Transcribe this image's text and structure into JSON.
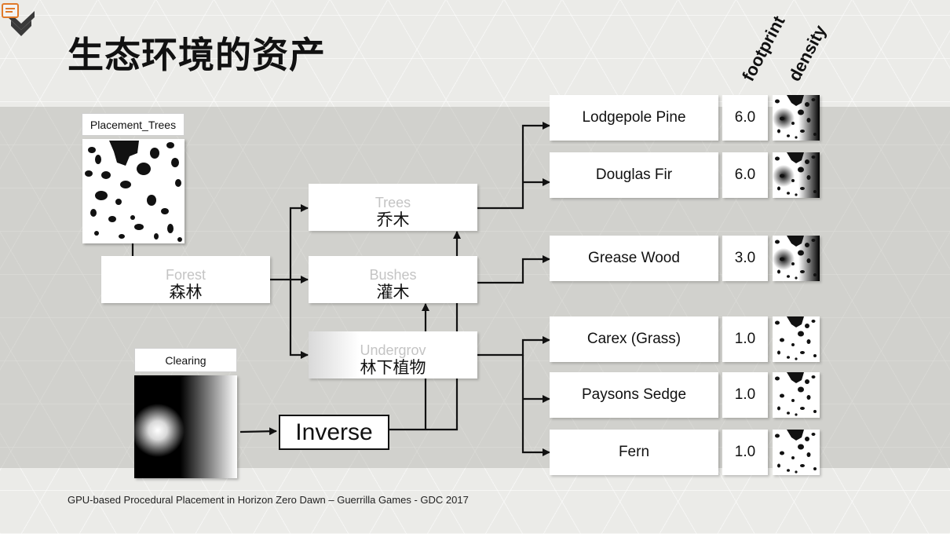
{
  "title": "生态环境的资产",
  "column_headers": {
    "footprint": "footprint",
    "density": "density"
  },
  "inputs": {
    "placement_trees": "Placement_Trees",
    "clearing": "Clearing"
  },
  "nodes": {
    "forest": {
      "en": "Forest",
      "zh": "森林"
    },
    "trees": {
      "en": "Trees",
      "zh": "乔木"
    },
    "bushes": {
      "en": "Bushes",
      "zh": "灌木"
    },
    "undergrowth": {
      "en": "Undergrov",
      "zh": "林下植物"
    }
  },
  "inverse": "Inverse",
  "assets": [
    {
      "name": "Lodgepole Pine",
      "footprint": "6.0",
      "density": "clearing"
    },
    {
      "name": "Douglas Fir",
      "footprint": "6.0",
      "density": "clearing"
    },
    {
      "name": "Grease Wood",
      "footprint": "3.0",
      "density": "clearing"
    },
    {
      "name": "Carex (Grass)",
      "footprint": "1.0",
      "density": "inverse"
    },
    {
      "name": "Paysons Sedge",
      "footprint": "1.0",
      "density": "inverse"
    },
    {
      "name": "Fern",
      "footprint": "1.0",
      "density": "inverse"
    }
  ],
  "footer": "GPU-based Procedural Placement in Horizon Zero Dawn – Guerrilla Games - GDC 2017",
  "colors": {
    "accent_logo": "#3a3a3a",
    "badge": "#e07a2a",
    "line": "#111111"
  }
}
